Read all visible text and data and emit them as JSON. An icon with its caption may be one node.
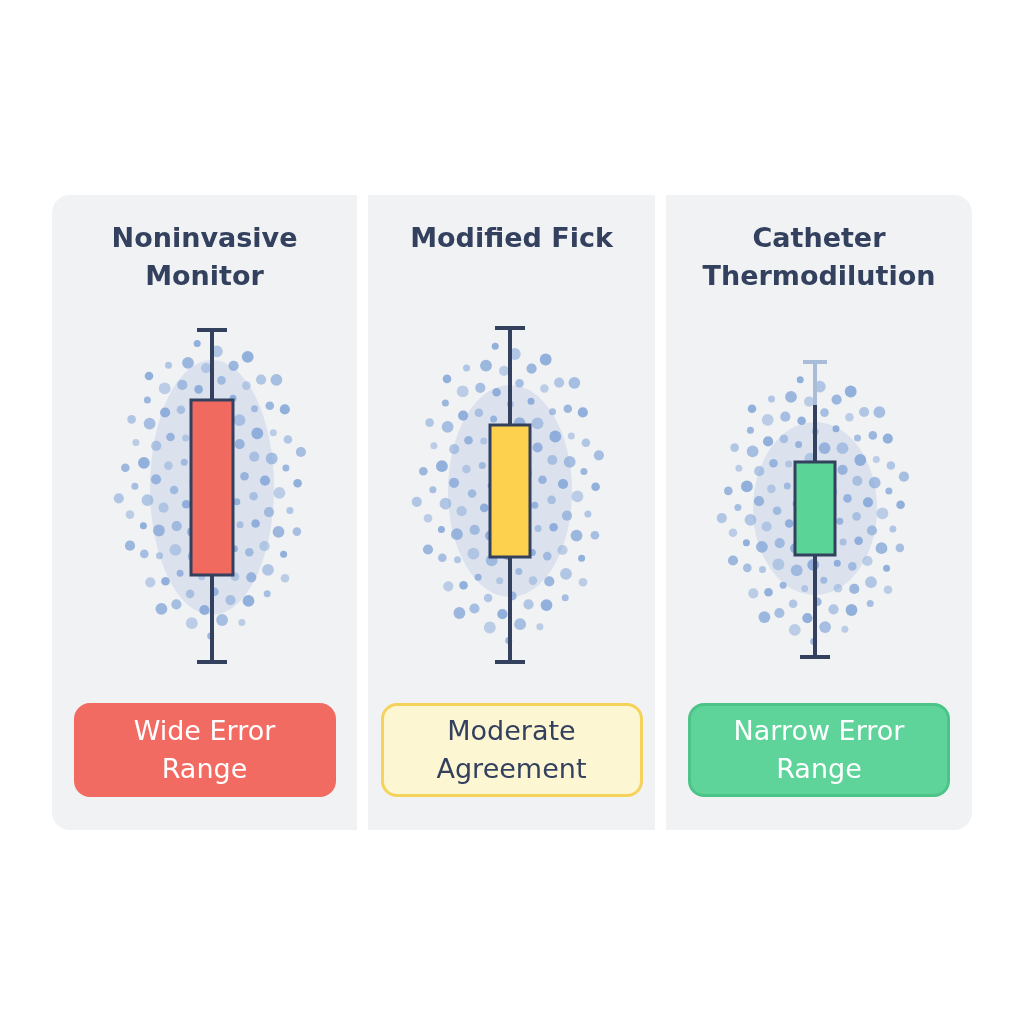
{
  "diagram": {
    "nodes": [
      {
        "text": [
          "Noninvasive Monitor"
        ]
      },
      {
        "text": [
          "Wide Error Range"
        ],
        "in": 0
      },
      {
        "text": [
          "Modified Fick"
        ]
      },
      {
        "text": [
          "Moderate Agreement"
        ],
        "in": 2
      },
      {
        "text": [
          "Catheter Thermodilution"
        ]
      },
      {
        "text": [
          "Narrow Error Range"
        ],
        "in": 4
      }
    ]
  }
}
